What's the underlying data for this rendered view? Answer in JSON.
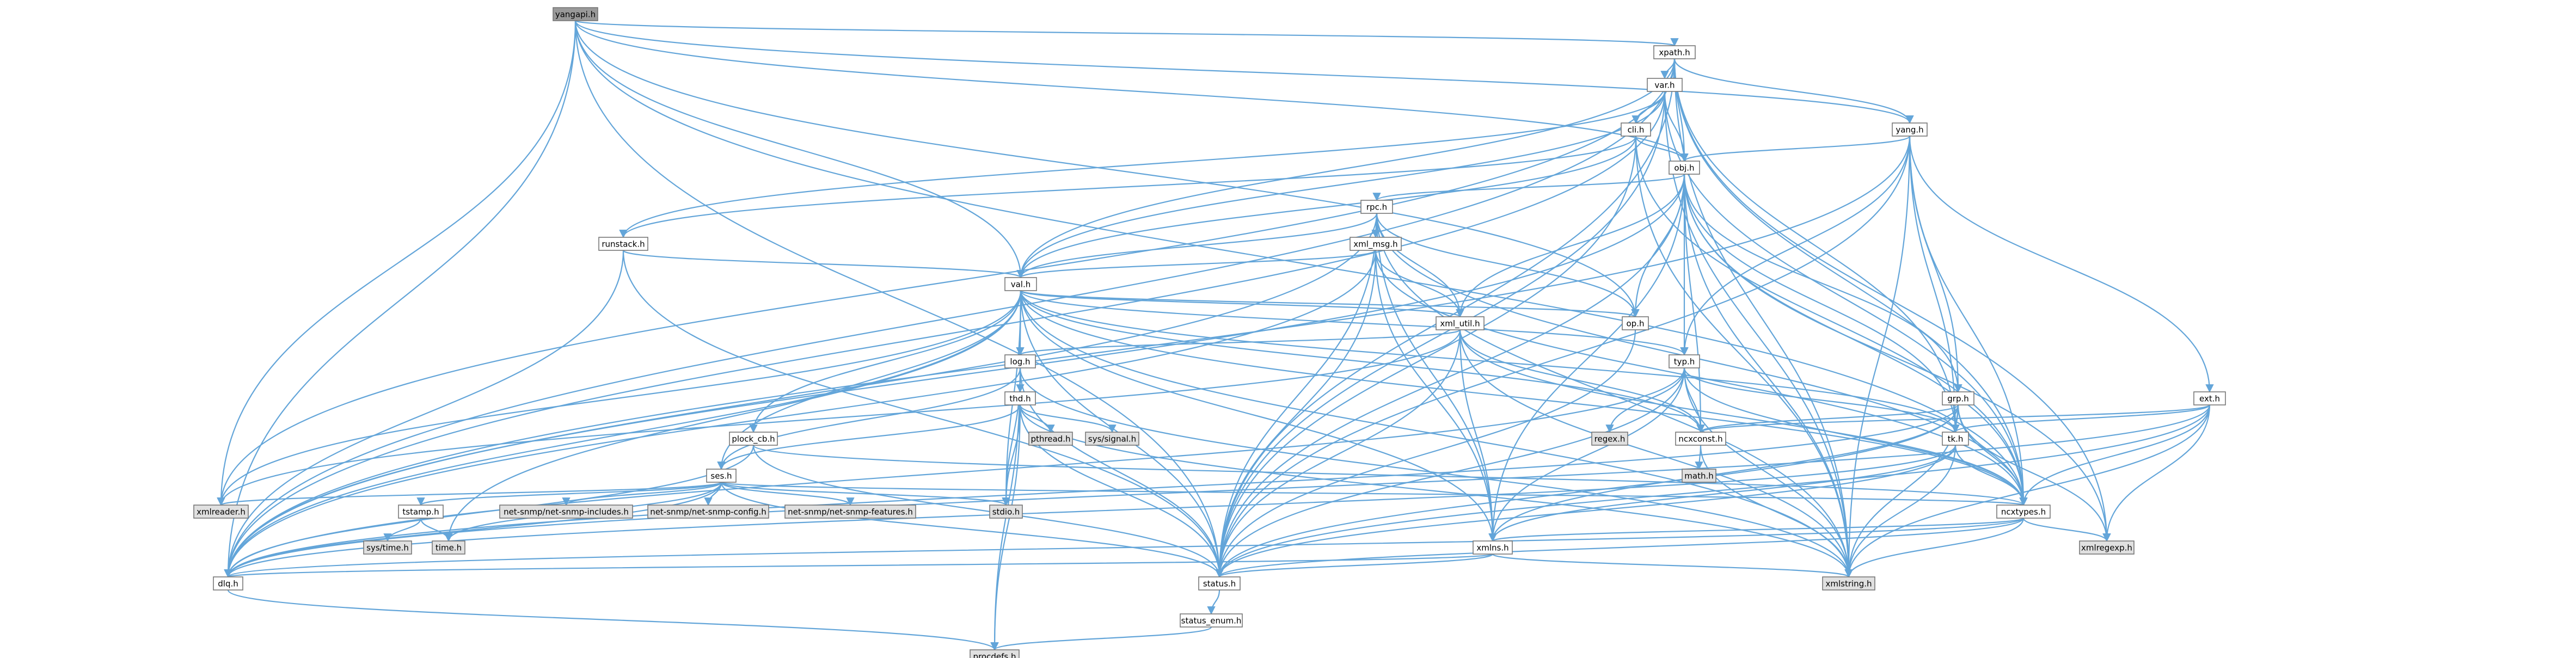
{
  "graph_title": "",
  "colors": {
    "edge": "#63a5d9",
    "node_fill": "#ffffff",
    "root_fill": "#999999",
    "external_fill": "#e0e0e0",
    "node_border": "#777777"
  },
  "nodes": [
    {
      "id": "yangapi",
      "label": "yangapi.h",
      "kind": "root"
    },
    {
      "id": "xpath",
      "label": "xpath.h",
      "kind": "local"
    },
    {
      "id": "var",
      "label": "var.h",
      "kind": "local"
    },
    {
      "id": "cli",
      "label": "cli.h",
      "kind": "local"
    },
    {
      "id": "yang",
      "label": "yang.h",
      "kind": "local"
    },
    {
      "id": "obj",
      "label": "obj.h",
      "kind": "local"
    },
    {
      "id": "rpc",
      "label": "rpc.h",
      "kind": "local"
    },
    {
      "id": "runstack",
      "label": "runstack.h",
      "kind": "local"
    },
    {
      "id": "xml_msg",
      "label": "xml_msg.h",
      "kind": "local"
    },
    {
      "id": "val",
      "label": "val.h",
      "kind": "local"
    },
    {
      "id": "xml_util",
      "label": "xml_util.h",
      "kind": "local"
    },
    {
      "id": "op",
      "label": "op.h",
      "kind": "local"
    },
    {
      "id": "log",
      "label": "log.h",
      "kind": "local"
    },
    {
      "id": "typ",
      "label": "typ.h",
      "kind": "local"
    },
    {
      "id": "grp",
      "label": "grp.h",
      "kind": "local"
    },
    {
      "id": "ext",
      "label": "ext.h",
      "kind": "local"
    },
    {
      "id": "thd",
      "label": "thd.h",
      "kind": "local"
    },
    {
      "id": "plock_cb",
      "label": "plock_cb.h",
      "kind": "local"
    },
    {
      "id": "ses",
      "label": "ses.h",
      "kind": "local"
    },
    {
      "id": "pthread",
      "label": "pthread.h",
      "kind": "system"
    },
    {
      "id": "syssignal",
      "label": "sys/signal.h",
      "kind": "system"
    },
    {
      "id": "regex",
      "label": "regex.h",
      "kind": "system"
    },
    {
      "id": "ncxconst",
      "label": "ncxconst.h",
      "kind": "local"
    },
    {
      "id": "tk",
      "label": "tk.h",
      "kind": "local"
    },
    {
      "id": "xmlreader",
      "label": "xmlreader.h",
      "kind": "system"
    },
    {
      "id": "tstamp",
      "label": "tstamp.h",
      "kind": "local"
    },
    {
      "id": "net_snmp_includes",
      "label": "net-snmp/net-snmp-includes.h",
      "kind": "system"
    },
    {
      "id": "net_snmp_config",
      "label": "net-snmp/net-snmp-config.h",
      "kind": "system"
    },
    {
      "id": "net_snmp_features",
      "label": "net-snmp/net-snmp-features.h",
      "kind": "system"
    },
    {
      "id": "stdio",
      "label": "stdio.h",
      "kind": "system"
    },
    {
      "id": "math",
      "label": "math.h",
      "kind": "system"
    },
    {
      "id": "ncxtypes",
      "label": "ncxtypes.h",
      "kind": "local"
    },
    {
      "id": "systime",
      "label": "sys/time.h",
      "kind": "system"
    },
    {
      "id": "time",
      "label": "time.h",
      "kind": "system"
    },
    {
      "id": "xmlns",
      "label": "xmlns.h",
      "kind": "local"
    },
    {
      "id": "xmlregexp",
      "label": "xmlregexp.h",
      "kind": "system"
    },
    {
      "id": "dlq",
      "label": "dlq.h",
      "kind": "local"
    },
    {
      "id": "status",
      "label": "status.h",
      "kind": "local"
    },
    {
      "id": "xmlstring",
      "label": "xmlstring.h",
      "kind": "system"
    },
    {
      "id": "status_enum",
      "label": "status_enum.h",
      "kind": "local"
    },
    {
      "id": "procdefs",
      "label": "procdefs.h",
      "kind": "system"
    }
  ],
  "edges": [
    [
      "yangapi",
      "xpath"
    ],
    [
      "yangapi",
      "obj"
    ],
    [
      "yangapi",
      "val"
    ],
    [
      "yangapi",
      "yang"
    ],
    [
      "yangapi",
      "dlq"
    ],
    [
      "yangapi",
      "xmlreader"
    ],
    [
      "yangapi",
      "ncxtypes"
    ],
    [
      "yangapi",
      "status"
    ],
    [
      "yangapi",
      "op"
    ],
    [
      "xpath",
      "var"
    ],
    [
      "xpath",
      "yang"
    ],
    [
      "xpath",
      "obj"
    ],
    [
      "xpath",
      "val"
    ],
    [
      "xpath",
      "dlq"
    ],
    [
      "xpath",
      "tk"
    ],
    [
      "xpath",
      "ncxtypes"
    ],
    [
      "xpath",
      "status"
    ],
    [
      "xpath",
      "xmlstring"
    ],
    [
      "xpath",
      "xmlreader"
    ],
    [
      "xpath",
      "xmlregexp"
    ],
    [
      "var",
      "cli"
    ],
    [
      "var",
      "obj"
    ],
    [
      "var",
      "val"
    ],
    [
      "var",
      "runstack"
    ],
    [
      "var",
      "dlq"
    ],
    [
      "var",
      "ncxtypes"
    ],
    [
      "var",
      "status"
    ],
    [
      "var",
      "xmlstring"
    ],
    [
      "cli",
      "obj"
    ],
    [
      "cli",
      "val"
    ],
    [
      "cli",
      "runstack"
    ],
    [
      "cli",
      "ncxtypes"
    ],
    [
      "cli",
      "status"
    ],
    [
      "cli",
      "xmlstring"
    ],
    [
      "yang",
      "obj"
    ],
    [
      "yang",
      "ext"
    ],
    [
      "yang",
      "grp"
    ],
    [
      "yang",
      "typ"
    ],
    [
      "yang",
      "tk"
    ],
    [
      "yang",
      "ncxtypes"
    ],
    [
      "yang",
      "dlq"
    ],
    [
      "yang",
      "status"
    ],
    [
      "yang",
      "xmlstring"
    ],
    [
      "obj",
      "rpc"
    ],
    [
      "obj",
      "xml_util"
    ],
    [
      "obj",
      "typ"
    ],
    [
      "obj",
      "grp"
    ],
    [
      "obj",
      "tk"
    ],
    [
      "obj",
      "xmlns"
    ],
    [
      "obj",
      "ncxtypes"
    ],
    [
      "obj",
      "ncxconst"
    ],
    [
      "obj",
      "dlq"
    ],
    [
      "obj",
      "status"
    ],
    [
      "obj",
      "xmlstring"
    ],
    [
      "obj",
      "xmlregexp"
    ],
    [
      "obj",
      "op"
    ],
    [
      "rpc",
      "xml_msg"
    ],
    [
      "rpc",
      "val"
    ],
    [
      "rpc",
      "xml_util"
    ],
    [
      "rpc",
      "op"
    ],
    [
      "rpc",
      "ncxtypes"
    ],
    [
      "rpc",
      "dlq"
    ],
    [
      "rpc",
      "status"
    ],
    [
      "rpc",
      "xmlstring"
    ],
    [
      "rpc",
      "xmlns"
    ],
    [
      "runstack",
      "val"
    ],
    [
      "runstack",
      "dlq"
    ],
    [
      "runstack",
      "status"
    ],
    [
      "xml_msg",
      "val"
    ],
    [
      "xml_msg",
      "xml_util"
    ],
    [
      "xml_msg",
      "ncxtypes"
    ],
    [
      "xml_msg",
      "xmlns"
    ],
    [
      "xml_msg",
      "status"
    ],
    [
      "xml_msg",
      "dlq"
    ],
    [
      "val",
      "log"
    ],
    [
      "val",
      "xml_util"
    ],
    [
      "val",
      "ncxconst"
    ],
    [
      "val",
      "op"
    ],
    [
      "val",
      "plock_cb"
    ],
    [
      "val",
      "ses"
    ],
    [
      "val",
      "tk"
    ],
    [
      "val",
      "typ"
    ],
    [
      "val",
      "xmlns"
    ],
    [
      "val",
      "ncxtypes"
    ],
    [
      "val",
      "dlq"
    ],
    [
      "val",
      "status"
    ],
    [
      "val",
      "xmlstring"
    ],
    [
      "val",
      "xmlreader"
    ],
    [
      "val",
      "time"
    ],
    [
      "val",
      "stdio"
    ],
    [
      "xml_util",
      "log"
    ],
    [
      "xml_util",
      "ncxconst"
    ],
    [
      "xml_util",
      "ncxtypes"
    ],
    [
      "xml_util",
      "xmlns"
    ],
    [
      "xml_util",
      "status"
    ],
    [
      "xml_util",
      "xmlstring"
    ],
    [
      "xml_util",
      "xmlreader"
    ],
    [
      "op",
      "status"
    ],
    [
      "log",
      "thd"
    ],
    [
      "log",
      "ses"
    ],
    [
      "log",
      "stdio"
    ],
    [
      "log",
      "status"
    ],
    [
      "log",
      "xmlstring"
    ],
    [
      "log",
      "procdefs"
    ],
    [
      "typ",
      "ncxconst"
    ],
    [
      "typ",
      "ncxtypes"
    ],
    [
      "typ",
      "regex"
    ],
    [
      "typ",
      "xmlns"
    ],
    [
      "typ",
      "dlq"
    ],
    [
      "typ",
      "status"
    ],
    [
      "typ",
      "xmlstring"
    ],
    [
      "typ",
      "tk"
    ],
    [
      "grp",
      "ncxconst"
    ],
    [
      "grp",
      "ncxtypes"
    ],
    [
      "grp",
      "tk"
    ],
    [
      "grp",
      "xmlns"
    ],
    [
      "grp",
      "dlq"
    ],
    [
      "grp",
      "status"
    ],
    [
      "grp",
      "xmlstring"
    ],
    [
      "grp",
      "xmlregexp"
    ],
    [
      "ext",
      "ncxconst"
    ],
    [
      "ext",
      "ncxtypes"
    ],
    [
      "ext",
      "tk"
    ],
    [
      "ext",
      "dlq"
    ],
    [
      "ext",
      "status"
    ],
    [
      "ext",
      "xmlstring"
    ],
    [
      "ext",
      "xmlregexp"
    ],
    [
      "thd",
      "pthread"
    ],
    [
      "thd",
      "syssignal"
    ],
    [
      "thd",
      "ses"
    ],
    [
      "thd",
      "status"
    ],
    [
      "thd",
      "xmlstring"
    ],
    [
      "thd",
      "procdefs"
    ],
    [
      "thd",
      "stdio"
    ],
    [
      "plock_cb",
      "dlq"
    ],
    [
      "plock_cb",
      "ncxtypes"
    ],
    [
      "plock_cb",
      "status"
    ],
    [
      "ses",
      "tstamp"
    ],
    [
      "ses",
      "net_snmp_includes"
    ],
    [
      "ses",
      "net_snmp_config"
    ],
    [
      "ses",
      "net_snmp_features"
    ],
    [
      "ses",
      "ncxtypes"
    ],
    [
      "ses",
      "dlq"
    ],
    [
      "ses",
      "status"
    ],
    [
      "ses",
      "xmlreader"
    ],
    [
      "ses",
      "time"
    ],
    [
      "ses",
      "stdio"
    ],
    [
      "ncxconst",
      "math"
    ],
    [
      "ncxconst",
      "xmlstring"
    ],
    [
      "tk",
      "ncxtypes"
    ],
    [
      "tk",
      "xmlns"
    ],
    [
      "tk",
      "status"
    ],
    [
      "tk",
      "xmlstring"
    ],
    [
      "tk",
      "dlq"
    ],
    [
      "tstamp",
      "systime"
    ],
    [
      "tstamp",
      "time"
    ],
    [
      "ncxtypes",
      "xmlns"
    ],
    [
      "ncxtypes",
      "dlq"
    ],
    [
      "ncxtypes",
      "status"
    ],
    [
      "ncxtypes",
      "xmlstring"
    ],
    [
      "ncxtypes",
      "xmlregexp"
    ],
    [
      "xmlns",
      "xmlstring"
    ],
    [
      "xmlns",
      "status"
    ],
    [
      "xmlns",
      "dlq"
    ],
    [
      "dlq",
      "procdefs"
    ],
    [
      "status",
      "status_enum"
    ],
    [
      "status_enum",
      "procdefs"
    ]
  ]
}
